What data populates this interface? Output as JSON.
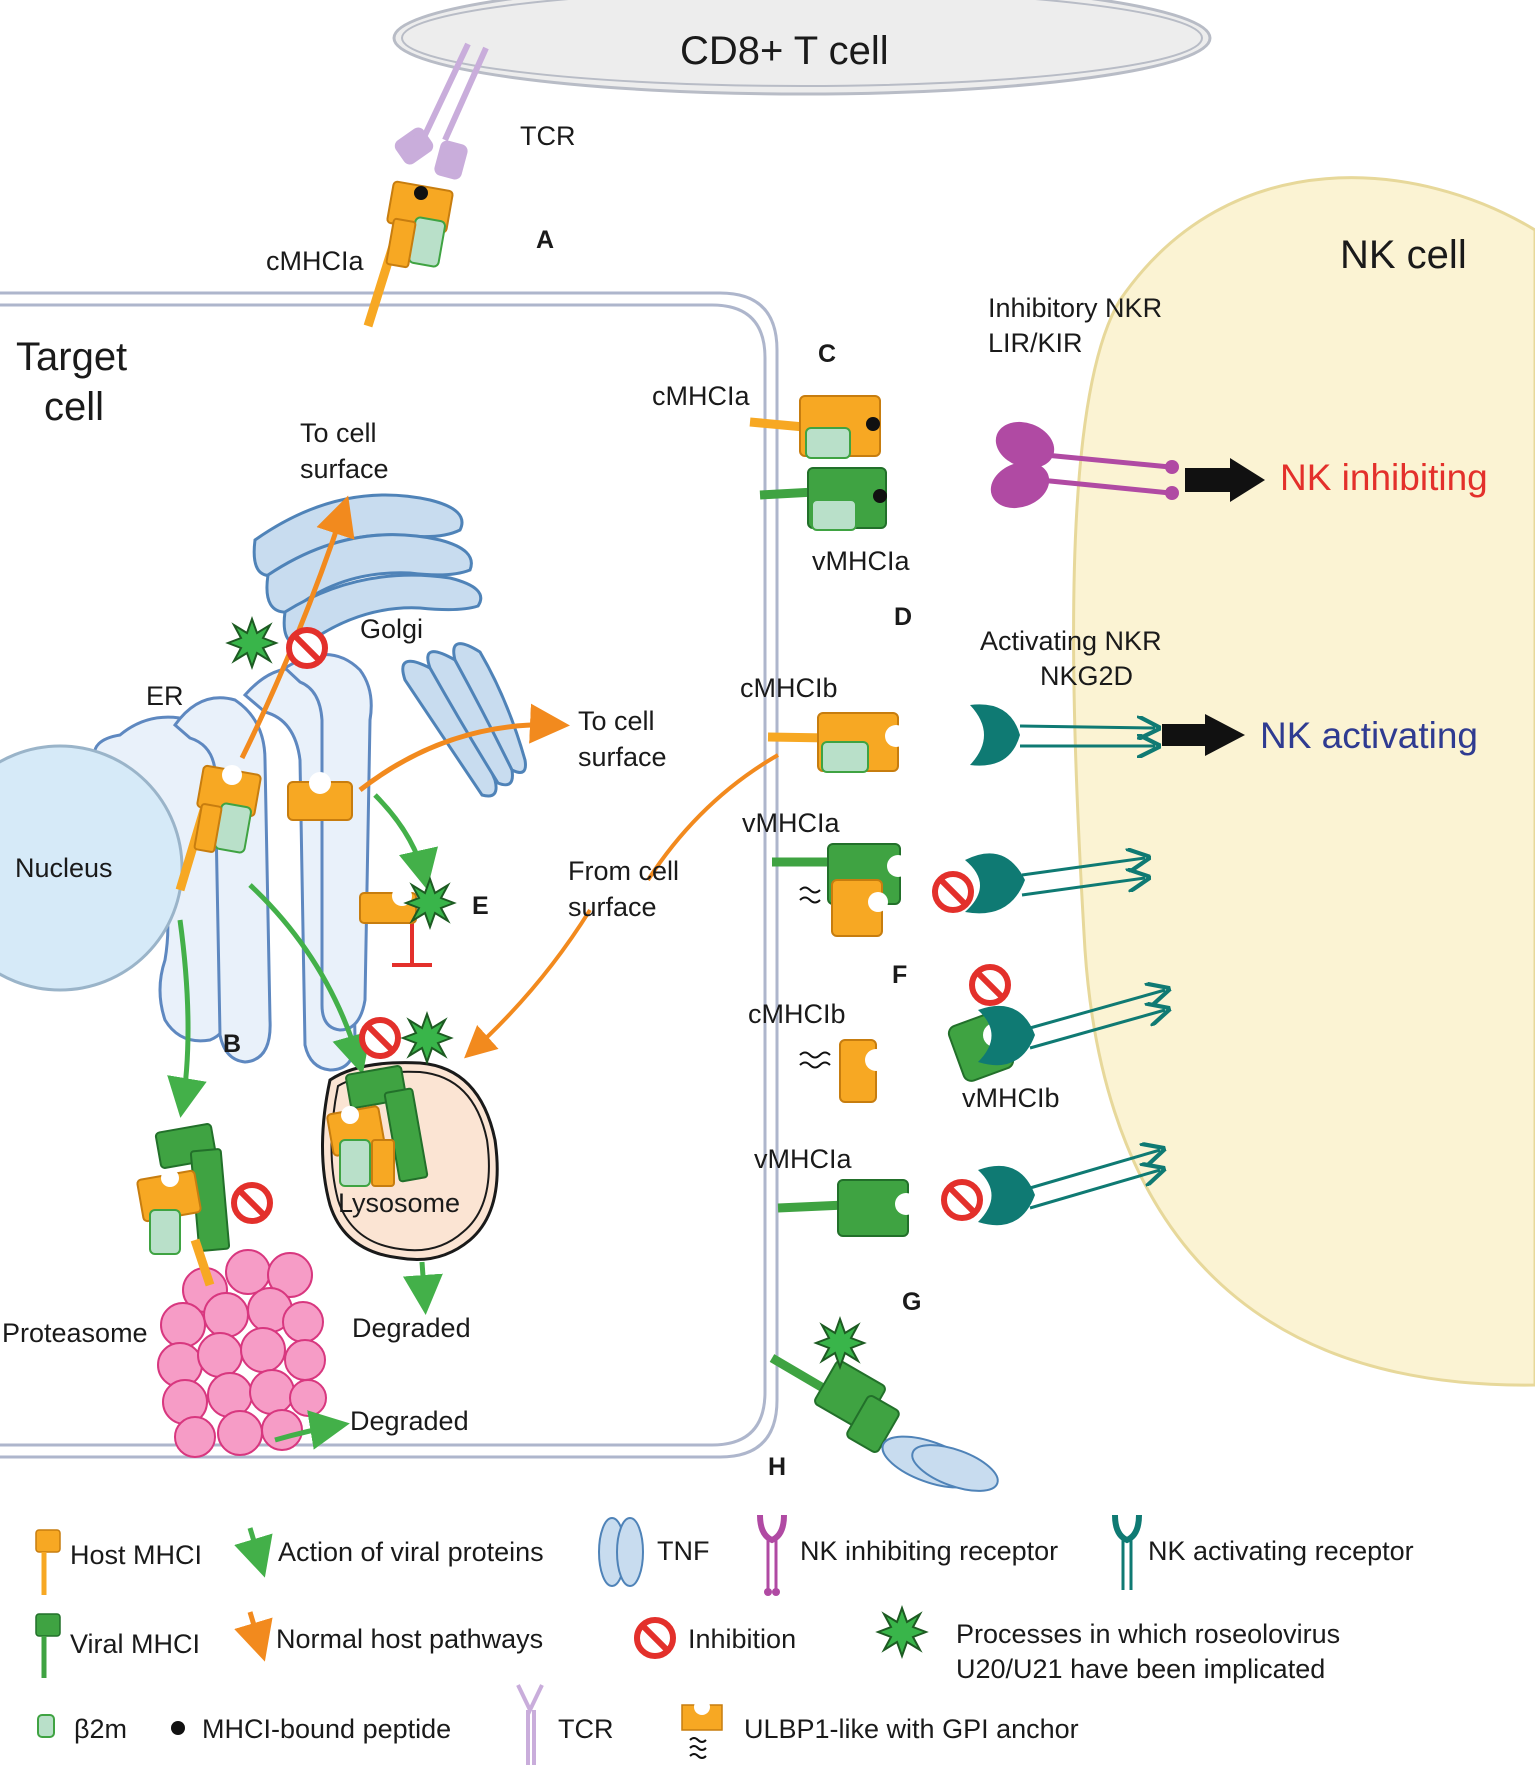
{
  "cells": {
    "t_cell": "CD8+ T cell",
    "nk_cell": "NK cell",
    "target_line1": "Target",
    "target_line2": "cell"
  },
  "organelles": {
    "nucleus": "Nucleus",
    "er": "ER",
    "golgi": "Golgi",
    "proteasome": "Proteasome",
    "lysosome": "Lysosome"
  },
  "labels": {
    "tcr": "TCR",
    "cmhcia_top": "cMHCIa",
    "to_surface_1a": "To cell",
    "to_surface_1b": "surface",
    "to_surface_2a": "To cell",
    "to_surface_2b": "surface",
    "from_surface_a": "From cell",
    "from_surface_b": "surface",
    "degraded_1": "Degraded",
    "degraded_2": "Degraded",
    "cmhcia_c": "cMHCIa",
    "vmhcia_c": "vMHCIa",
    "inhib_nkr_1": "Inhibitory NKR",
    "inhib_nkr_2": "LIR/KIR",
    "nk_inhibiting": "NK inhibiting",
    "act_nkr_1": "Activating NKR",
    "act_nkr_2": "NKG2D",
    "nk_activating": "NK activating",
    "cmhcib_d": "cMHCIb",
    "vmhcia_e": "vMHCIa",
    "cmhcib_f": "cMHCIb",
    "vmhcib_f": "vMHCIb",
    "vmhcia_g": "vMHCIa"
  },
  "letters": [
    "A",
    "B",
    "C",
    "D",
    "E",
    "F",
    "G",
    "H"
  ],
  "legend": {
    "host_mhci": "Host MHCI",
    "action_viral": "Action of viral proteins",
    "tnf": "TNF",
    "nk_inhib_receptor": "NK inhibiting receptor",
    "nk_act_receptor": "NK activating receptor",
    "viral_mhci": "Viral MHCI",
    "normal_host": "Normal host pathways",
    "inhibition": "Inhibition",
    "processes_1": "Processes in which roseolovirus",
    "processes_2": "U20/U21 have been implicated",
    "b2m": "β2m",
    "peptide": "MHCI-bound peptide",
    "tcr": "TCR",
    "ulbp1": "ULBP1-like with GPI anchor"
  },
  "colors": {
    "host_orange": "#f7a823",
    "viral_green": "#3fa342",
    "b2m": "#b9e0c9",
    "tcr": "#c9addb",
    "inhib_receptor": "#b04aa3",
    "act_receptor": "#0f7a73",
    "nk_fill": "#fbf3d3",
    "inhibition_red": "#e3302b",
    "nk_inhibiting_text": "#e3302b",
    "nk_activating_text": "#2f3b91"
  }
}
